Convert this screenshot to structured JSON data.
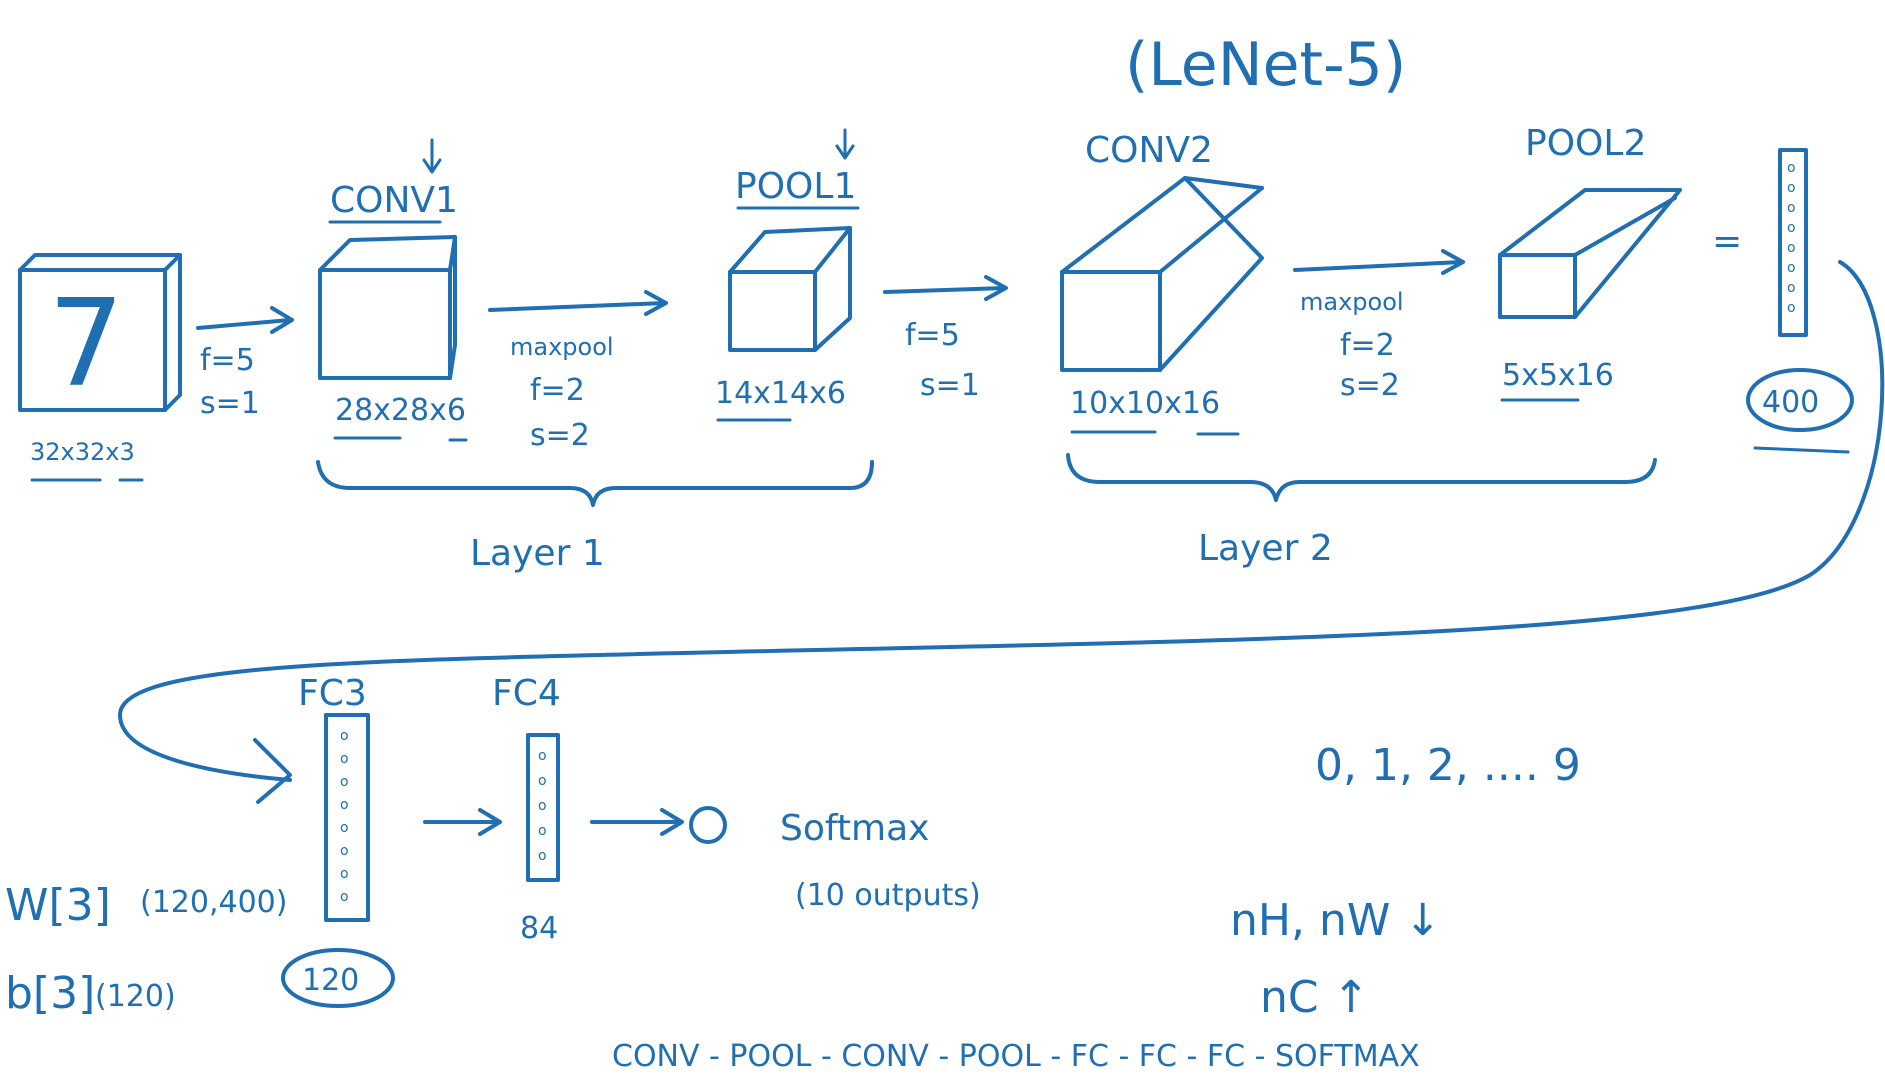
{
  "title": "(LeNet-5)",
  "input": {
    "digit": "7",
    "dims": "32x32x3",
    "params": [
      "f=5",
      "s=1"
    ]
  },
  "conv1": {
    "label": "CONV1",
    "dims": "28x28x6",
    "params": [
      "f=2",
      "s=2"
    ],
    "op": "maxpool"
  },
  "pool1": {
    "label": "POOL1",
    "dims": "14x14x6",
    "params": [
      "f=5",
      "s=1"
    ]
  },
  "conv2": {
    "label": "CONV2",
    "dims": "10x10x16",
    "op": "maxpool",
    "params": [
      "f=2",
      "s=2"
    ]
  },
  "pool2": {
    "label": "POOL2",
    "dims": "5x5x16",
    "equals": "="
  },
  "flatten": {
    "size": "400"
  },
  "layers": [
    "Layer 1",
    "Layer 2"
  ],
  "fc3": {
    "label": "FC3",
    "size": "120",
    "w_label": "W[3]",
    "w_dims": "(120,400)",
    "b_label": "b[3]",
    "b_dims": "(120)"
  },
  "fc4": {
    "label": "FC4",
    "size": "84"
  },
  "output": {
    "label": "Softmax",
    "sub": "(10 outputs)"
  },
  "notes": {
    "classes": "0, 1, 2, .... 9",
    "nh_nw": "nH, nW ↓",
    "nc": "nC ↑"
  },
  "sequence": "CONV - POOL - CONV - POOL - FC - FC - FC - SOFTMAX"
}
